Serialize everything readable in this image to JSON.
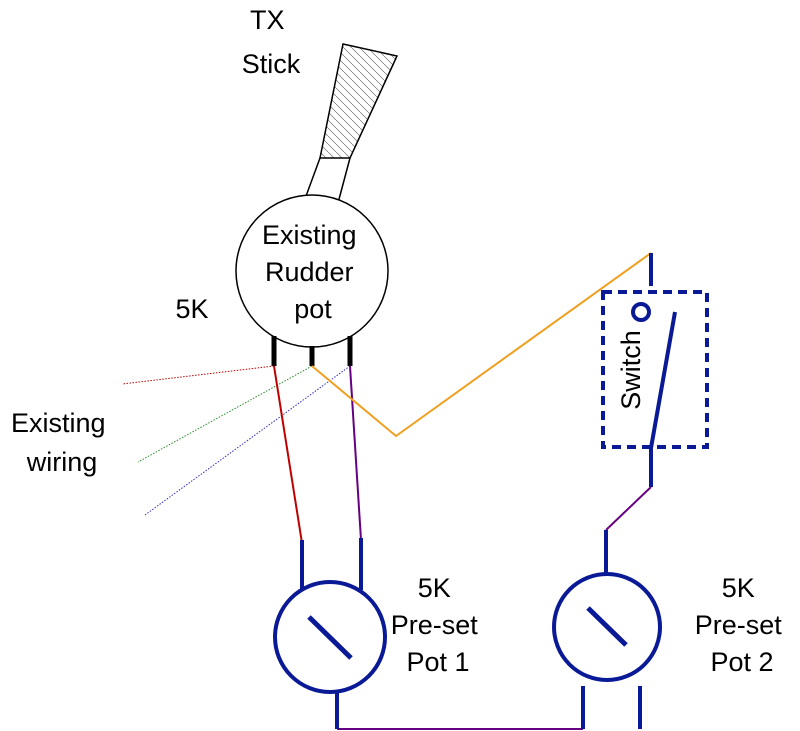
{
  "labels": {
    "tx_stick": [
      "TX",
      "Stick"
    ],
    "rudder_pot": [
      "Existing",
      "Rudder",
      "pot"
    ],
    "rudder_pot_value": "5K",
    "existing_wiring": [
      "Existing",
      "wiring"
    ],
    "switch": "Switch",
    "preset_pot_1": [
      "5K",
      "Pre-set",
      "Pot 1"
    ],
    "preset_pot_2": [
      "5K",
      "Pre-set",
      "Pot 2"
    ]
  },
  "colors": {
    "component": "#0a1a96",
    "wire_red": "#c00000",
    "wire_purple": "#660080",
    "wire_orange": "#f0a020",
    "wire_green": "#2e8b2e",
    "wire_blue": "#3030c0",
    "outline": "#000000"
  }
}
